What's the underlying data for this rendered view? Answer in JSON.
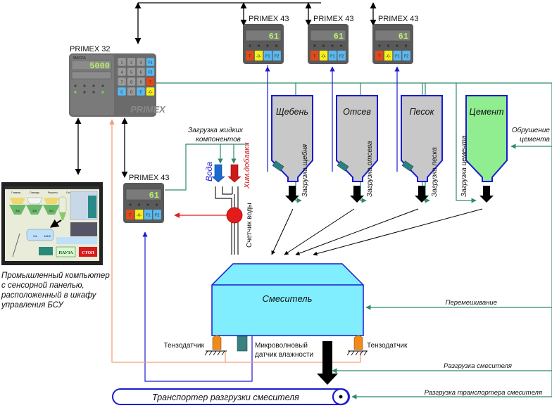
{
  "colors": {
    "signal_green": "#2e8b6a",
    "weight_blue": "#1a1ad0",
    "moisture_orange": "#f4a07a",
    "water_meter_red": "#e31b1b",
    "hopper_gray": "#c8c8c8",
    "hopper_border": "#1a1ad0",
    "cement_green": "#90ee90",
    "mixer_cyan": "#80eeff",
    "device_body": "#5a5a5a",
    "display_digits": "#b6f06a",
    "key_red": "#e04a1a",
    "key_yellow": "#f5ee1a",
    "key_blue": "#5ab8ee",
    "load_cell_orange": "#f08a1a",
    "valve_teal": "#2a8080"
  },
  "controllers": {
    "main": {
      "title": "PRIMEX 32",
      "display_label": "МАССА",
      "display_value": "5000",
      "brand": "PRIMEX",
      "keypad": [
        "1",
        "2",
        "3",
        "F1",
        "4",
        "5",
        "6",
        "F2",
        "7",
        "8",
        "9",
        "T",
        "C",
        "0",
        "E",
        "-0-"
      ]
    },
    "hopper_units": [
      {
        "title": "PRIMEX 43",
        "display_value": "61",
        "keys": [
          "T",
          "-0-",
          "F1",
          "F2"
        ]
      },
      {
        "title": "PRIMEX 43",
        "display_value": "61",
        "keys": [
          "T",
          "-0-",
          "F1",
          "F2"
        ]
      },
      {
        "title": "PRIMEX 43",
        "display_value": "61",
        "keys": [
          "T",
          "-0-",
          "F1",
          "F2"
        ]
      }
    ],
    "liquid_unit": {
      "title": "PRIMEX 43",
      "display_value": "61",
      "keys": [
        "T",
        "-0-",
        "F1",
        "F2"
      ]
    }
  },
  "panel_pc": {
    "caption_lines": [
      "Промышленный компьютер",
      "с сенсорной панелью,",
      "расположенный в шкафу",
      "управления БСУ"
    ],
    "screen": {
      "menu": [
        "Главная",
        "Очередь",
        "Рецепты",
        "Отчеты",
        "Меню"
      ],
      "hopper_values": [
        "3.6",
        "3.5",
        "5.0"
      ],
      "mixer_values": [
        "3.6",
        "148.2"
      ],
      "pause_button": "ПАУЗА",
      "stop_button": "СТОП"
    }
  },
  "hoppers": [
    {
      "name": "Щебень",
      "load_label": "Загрузка щебня"
    },
    {
      "name": "Отсев",
      "load_label": "Загрузка отсева"
    },
    {
      "name": "Песок",
      "load_label": "Загрузка песка"
    },
    {
      "name": "Цемент",
      "load_label": "Загрузка цемента"
    }
  ],
  "cement_aeration_label": [
    "Обрушение",
    "цемента"
  ],
  "liquids": {
    "header": [
      "Загрузка жидких",
      "компонентов"
    ],
    "water": "Вода",
    "additives": "Хим.добавки",
    "water_meter": "Счетчик воды"
  },
  "mixer": {
    "name": "Смеситель",
    "load_cell_left": "Тензодатчик",
    "load_cell_right": "Тензодатчик",
    "moisture_sensor": [
      "Микроволновый",
      "датчик влажности"
    ]
  },
  "signals": {
    "mixing": "Перемешивание",
    "mixer_discharge": "Разгрузка смесителя",
    "conveyor_discharge": "Разгрузка транспортера смесителя"
  },
  "conveyor": {
    "name": "Транспортер разгрузки смесителя"
  }
}
